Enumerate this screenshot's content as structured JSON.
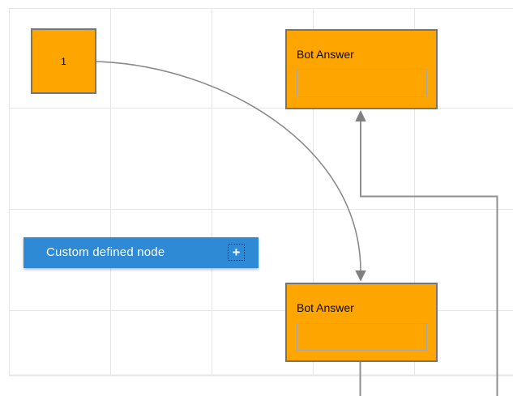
{
  "diagram": {
    "start_node": {
      "label": "1"
    },
    "bot_answer_top": {
      "title": "Bot Answer",
      "field_value": ""
    },
    "bot_answer_bottom": {
      "title": "Bot Answer",
      "field_value": ""
    },
    "custom_node_button": {
      "label": "Custom defined node",
      "plus_icon": "+"
    }
  },
  "colors": {
    "node_fill": "#ffa500",
    "node_border": "#757575",
    "field_border": "#a8a8a8",
    "button_fill": "#2e8ad4",
    "button_text": "#ffffff",
    "connector": "#8f8f8f",
    "arrowhead": "#7f7f7f",
    "grid_line": "#e6e6e6",
    "background": "#ffffff"
  }
}
